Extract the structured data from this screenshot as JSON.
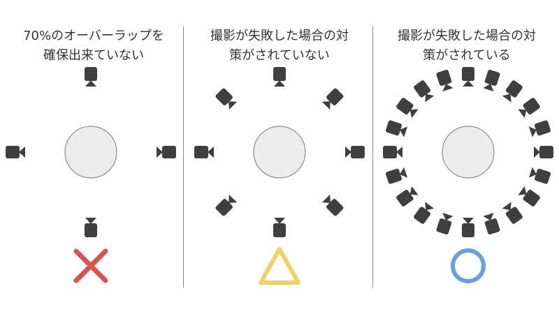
{
  "panels": [
    {
      "title": "70%のオーバーラップを\n確保出来ていない",
      "camera_count": 4,
      "verdict": "cross",
      "verdict_color": "#d9534f"
    },
    {
      "title": "撮影が失敗した場合の対\n策がされていない",
      "camera_count": 8,
      "verdict": "triangle",
      "verdict_color": "#f0d264"
    },
    {
      "title": "撮影が失敗した場合の対\n策がされている",
      "camera_count": 20,
      "verdict": "circle",
      "verdict_color": "#6b9ee0"
    }
  ],
  "colors": {
    "camera": "#3f3f3f",
    "subject_fill": "#ececec",
    "subject_stroke": "#8c8c8c",
    "divider": "#8a8a8a",
    "text": "#333333"
  }
}
